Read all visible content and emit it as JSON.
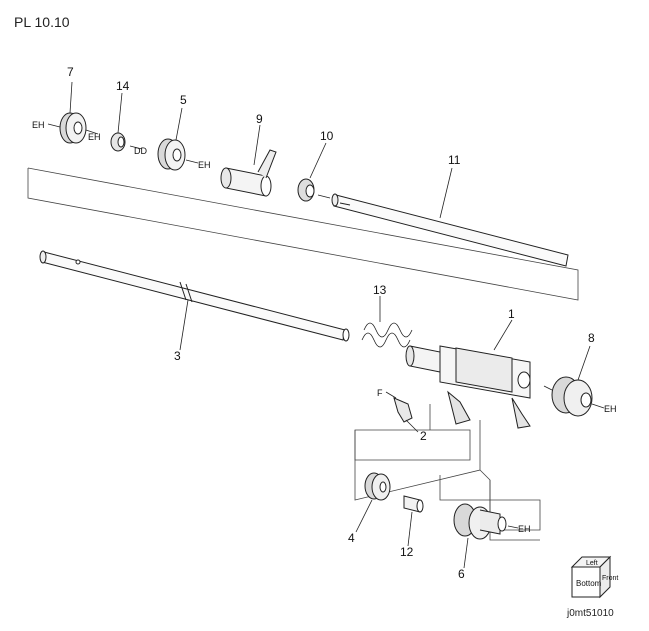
{
  "title": "PL 10.10",
  "callouts": {
    "c1": "1",
    "c2": "2",
    "c3": "3",
    "c4": "4",
    "c5": "5",
    "c6": "6",
    "c7": "7",
    "c8": "8",
    "c9": "9",
    "c10": "10",
    "c11": "11",
    "c12": "12",
    "c13": "13",
    "c14": "14"
  },
  "tags": {
    "eh1": "EH",
    "eh2": "EH",
    "dd": "DD",
    "eh3": "EH",
    "eh8": "EH",
    "eh6": "EH",
    "f": "F"
  },
  "orientation_cube": {
    "left": "Left",
    "front": "Front",
    "bottom": "Bottom"
  },
  "figure_id": "j0mt51010",
  "colors": {
    "line": "#222222",
    "background": "#ffffff"
  }
}
